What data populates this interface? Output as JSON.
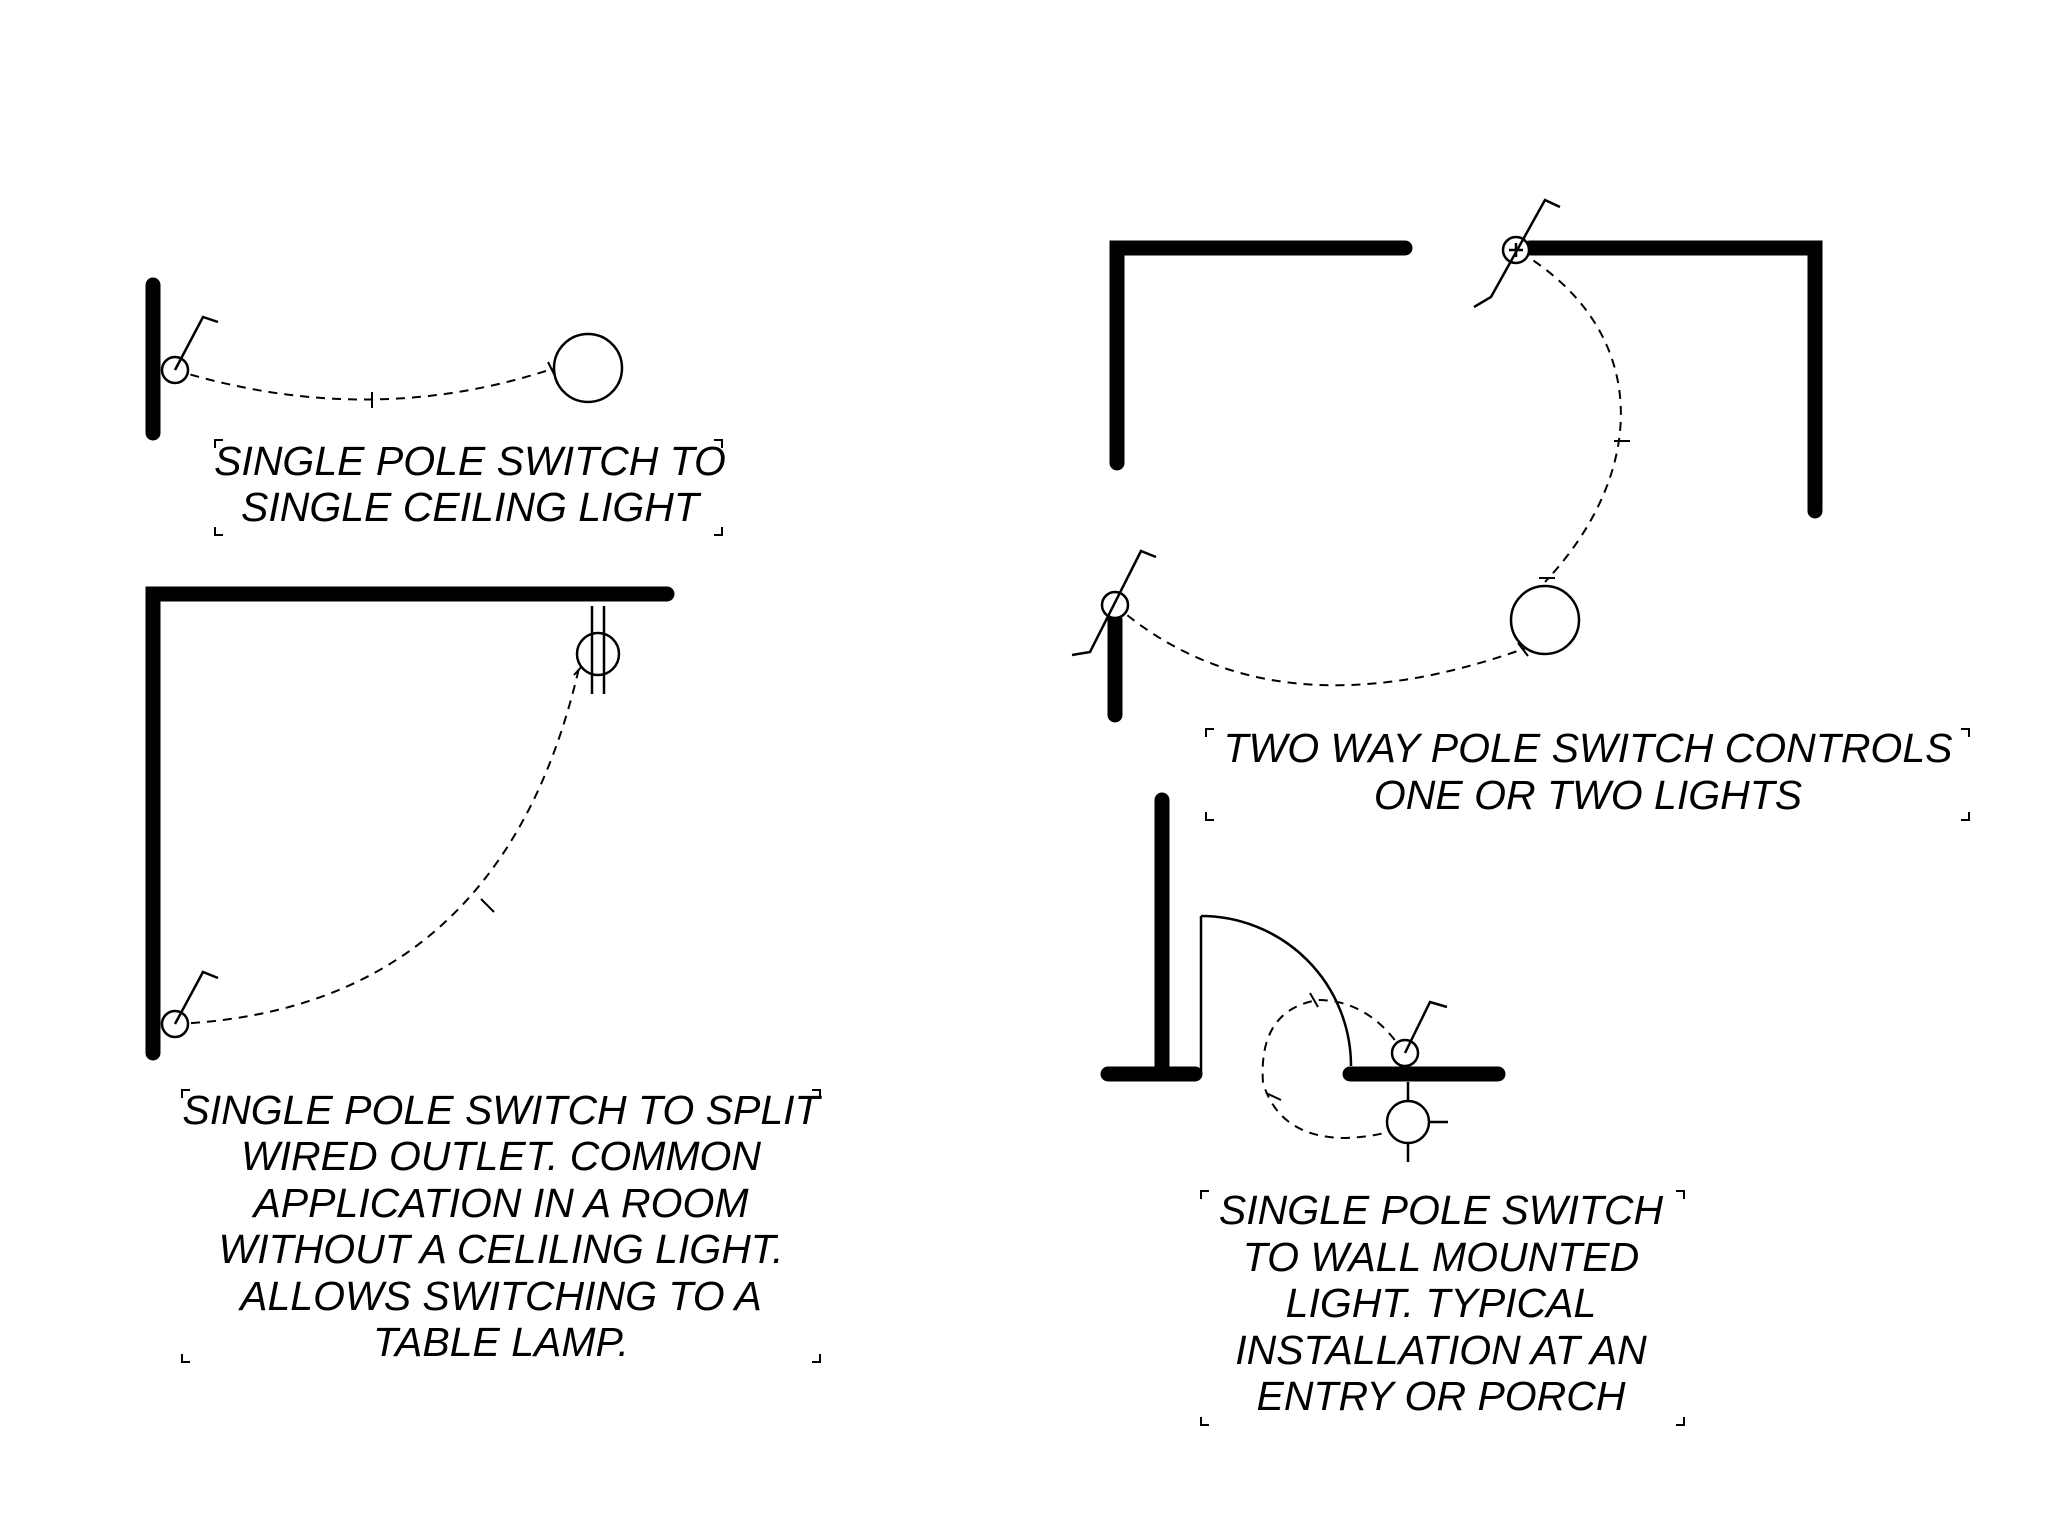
{
  "captions": {
    "single_ceiling": [
      "SINGLE POLE SWITCH TO",
      "SINGLE CEILING LIGHT"
    ],
    "split_outlet": [
      "SINGLE POLE SWITCH TO SPLIT",
      "WIRED OUTLET. COMMON",
      "APPLICATION IN A ROOM",
      "WITHOUT A CELILING LIGHT.",
      "ALLOWS SWITCHING TO A",
      "TABLE LAMP."
    ],
    "two_way": [
      "TWO WAY POLE SWITCH CONTROLS",
      "ONE OR TWO LIGHTS"
    ],
    "wall_mounted": [
      "SINGLE POLE SWITCH",
      "TO WALL MOUNTED",
      "LIGHT. TYPICAL",
      "INSTALLATION AT AN",
      "ENTRY OR PORCH"
    ]
  },
  "icons": [
    "single-pole-switch-icon",
    "ceiling-light-icon",
    "split-wired-outlet-icon",
    "wall-mounted-light-icon",
    "door-swing-icon"
  ]
}
